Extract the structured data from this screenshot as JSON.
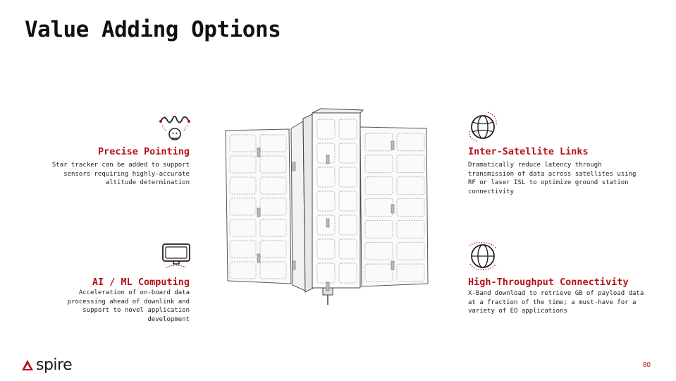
{
  "slide": {
    "title": "Value Adding Options",
    "page_number": "80"
  },
  "features": {
    "precise_pointing": {
      "title": "Precise Pointing",
      "lines": [
        "Star tracker can be added to support",
        "sensors requiring highly-accurate",
        "altitude determination"
      ],
      "icon": "star-tracker-icon"
    },
    "ai_ml": {
      "title": "AI / ML Computing",
      "lines": [
        "Acceleration of on-board data",
        "processing ahead of downlink and",
        "support to novel application",
        "development"
      ],
      "icon": "monitor-icon"
    },
    "isl": {
      "title": "Inter-Satellite Links",
      "lines": [
        "Dramatically reduce latency through",
        "transmission of data across satellites using",
        "RF or laser ISL to optimize ground station",
        "connectivity"
      ],
      "icon": "globe-orbit-icon"
    },
    "throughput": {
      "title": "High-Throughput Connectivity",
      "lines": [
        "X-Band download to retrieve GB of payload data",
        "at a fraction of the time; a must-have for a",
        "variety of EO applications"
      ],
      "icon": "globe-network-icon"
    }
  },
  "logo": {
    "text": "spire"
  },
  "colors": {
    "accent": "#b5121b",
    "text": "#222222"
  }
}
